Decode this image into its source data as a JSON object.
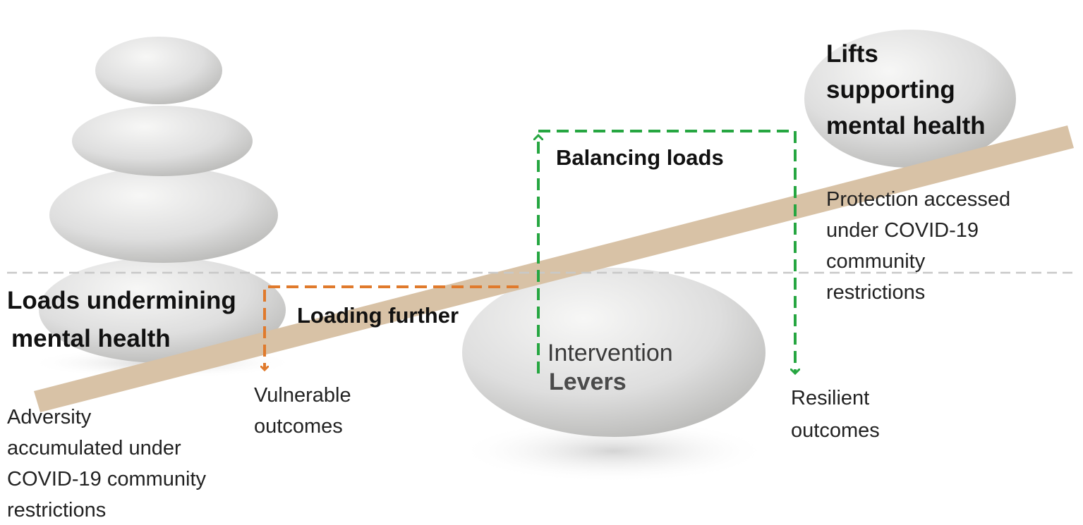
{
  "loads": {
    "title_line1": "Loads undermining",
    "title_line2": "mental health",
    "desc_line1": "Adversity",
    "desc_line2": "accumulated under",
    "desc_line3": "COVID-19 community",
    "desc_line4": "restrictions"
  },
  "lifts": {
    "title_line1": "Lifts",
    "title_line2": "supporting",
    "title_line3": "mental health",
    "desc_line1": "Protection accessed",
    "desc_line2": "under COVID-19",
    "desc_line3": "community",
    "desc_line4": "restrictions"
  },
  "loading_further": "Loading further",
  "balancing_loads": "Balancing loads",
  "fulcrum": {
    "line1": "Intervention",
    "line2": "Levers"
  },
  "vulnerable": {
    "line1": "Vulnerable",
    "line2": "outcomes"
  },
  "resilient": {
    "line1": "Resilient",
    "line2": "outcomes"
  },
  "colors": {
    "orange_arrow": "#e07a2c",
    "green_arrow": "#26a641",
    "lever": "#d8c2a6",
    "stone": "#d9d9d7",
    "midline": "#c8c8c8"
  }
}
